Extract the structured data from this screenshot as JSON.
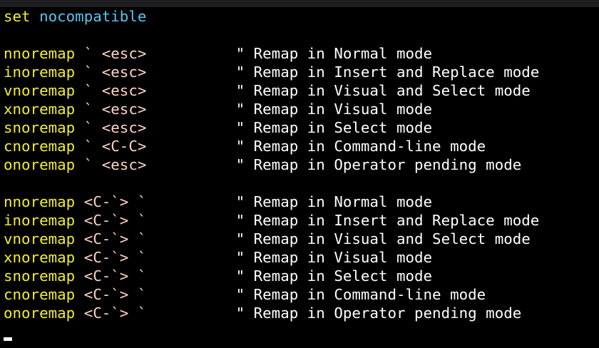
{
  "colors": {
    "background": "#000000",
    "titlebar": "#1e1e20",
    "keyword": "#f2ee2f",
    "option": "#55c7f0",
    "argument": "#ffd3c4",
    "comment": "#ffffff"
  },
  "lines": [
    {
      "type": "set",
      "kw": "set",
      "opt": "nocompatible"
    },
    {
      "type": "blank"
    },
    {
      "type": "map",
      "cmd": "nnoremap",
      "lhs": "`",
      "rhs": "<esc>",
      "comment": "\" Remap in Normal mode"
    },
    {
      "type": "map",
      "cmd": "inoremap",
      "lhs": "`",
      "rhs": "<esc>",
      "comment": "\" Remap in Insert and Replace mode"
    },
    {
      "type": "map",
      "cmd": "vnoremap",
      "lhs": "`",
      "rhs": "<esc>",
      "comment": "\" Remap in Visual and Select mode"
    },
    {
      "type": "map",
      "cmd": "xnoremap",
      "lhs": "`",
      "rhs": "<esc>",
      "comment": "\" Remap in Visual mode"
    },
    {
      "type": "map",
      "cmd": "snoremap",
      "lhs": "`",
      "rhs": "<esc>",
      "comment": "\" Remap in Select mode"
    },
    {
      "type": "map",
      "cmd": "cnoremap",
      "lhs": "`",
      "rhs": "<C-C>",
      "comment": "\" Remap in Command-line mode"
    },
    {
      "type": "map",
      "cmd": "onoremap",
      "lhs": "`",
      "rhs": "<esc>",
      "comment": "\" Remap in Operator pending mode"
    },
    {
      "type": "blank"
    },
    {
      "type": "map",
      "cmd": "nnoremap",
      "lhs": "<C-`>",
      "rhs": "`",
      "comment": "\" Remap in Normal mode"
    },
    {
      "type": "map",
      "cmd": "inoremap",
      "lhs": "<C-`>",
      "rhs": "`",
      "comment": "\" Remap in Insert and Replace mode"
    },
    {
      "type": "map",
      "cmd": "vnoremap",
      "lhs": "<C-`>",
      "rhs": "`",
      "comment": "\" Remap in Visual and Select mode"
    },
    {
      "type": "map",
      "cmd": "xnoremap",
      "lhs": "<C-`>",
      "rhs": "`",
      "comment": "\" Remap in Visual mode"
    },
    {
      "type": "map",
      "cmd": "snoremap",
      "lhs": "<C-`>",
      "rhs": "`",
      "comment": "\" Remap in Select mode"
    },
    {
      "type": "map",
      "cmd": "cnoremap",
      "lhs": "<C-`>",
      "rhs": "`",
      "comment": "\" Remap in Command-line mode"
    },
    {
      "type": "map",
      "cmd": "onoremap",
      "lhs": "<C-`>",
      "rhs": "`",
      "comment": "\" Remap in Operator pending mode"
    }
  ]
}
